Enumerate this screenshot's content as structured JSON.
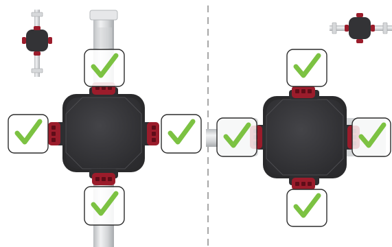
{
  "diagram": {
    "left_panel": {
      "orientation": "vertical-pipe",
      "connector_positions": [
        "top",
        "left",
        "right",
        "bottom"
      ],
      "allowed": [
        true,
        true,
        true,
        true
      ],
      "mark_icon": "checkmark-icon"
    },
    "right_panel": {
      "orientation": "horizontal-pipe",
      "connector_positions": [
        "top",
        "left",
        "right",
        "bottom"
      ],
      "allowed": [
        true,
        true,
        true,
        true
      ],
      "mark_icon": "checkmark-icon"
    },
    "colors": {
      "pump_body": "#3a3a3d",
      "pump_body_dark": "#2a2a2c",
      "connector_red": "#9b1c2b",
      "connector_dark": "#5e0d18",
      "check_green": "#7cc242",
      "pipe_light": "#e2e4e6",
      "pipe_mid": "#c3c6c9",
      "card_border": "#2b2b2b",
      "divider": "#8a8a8a"
    }
  }
}
